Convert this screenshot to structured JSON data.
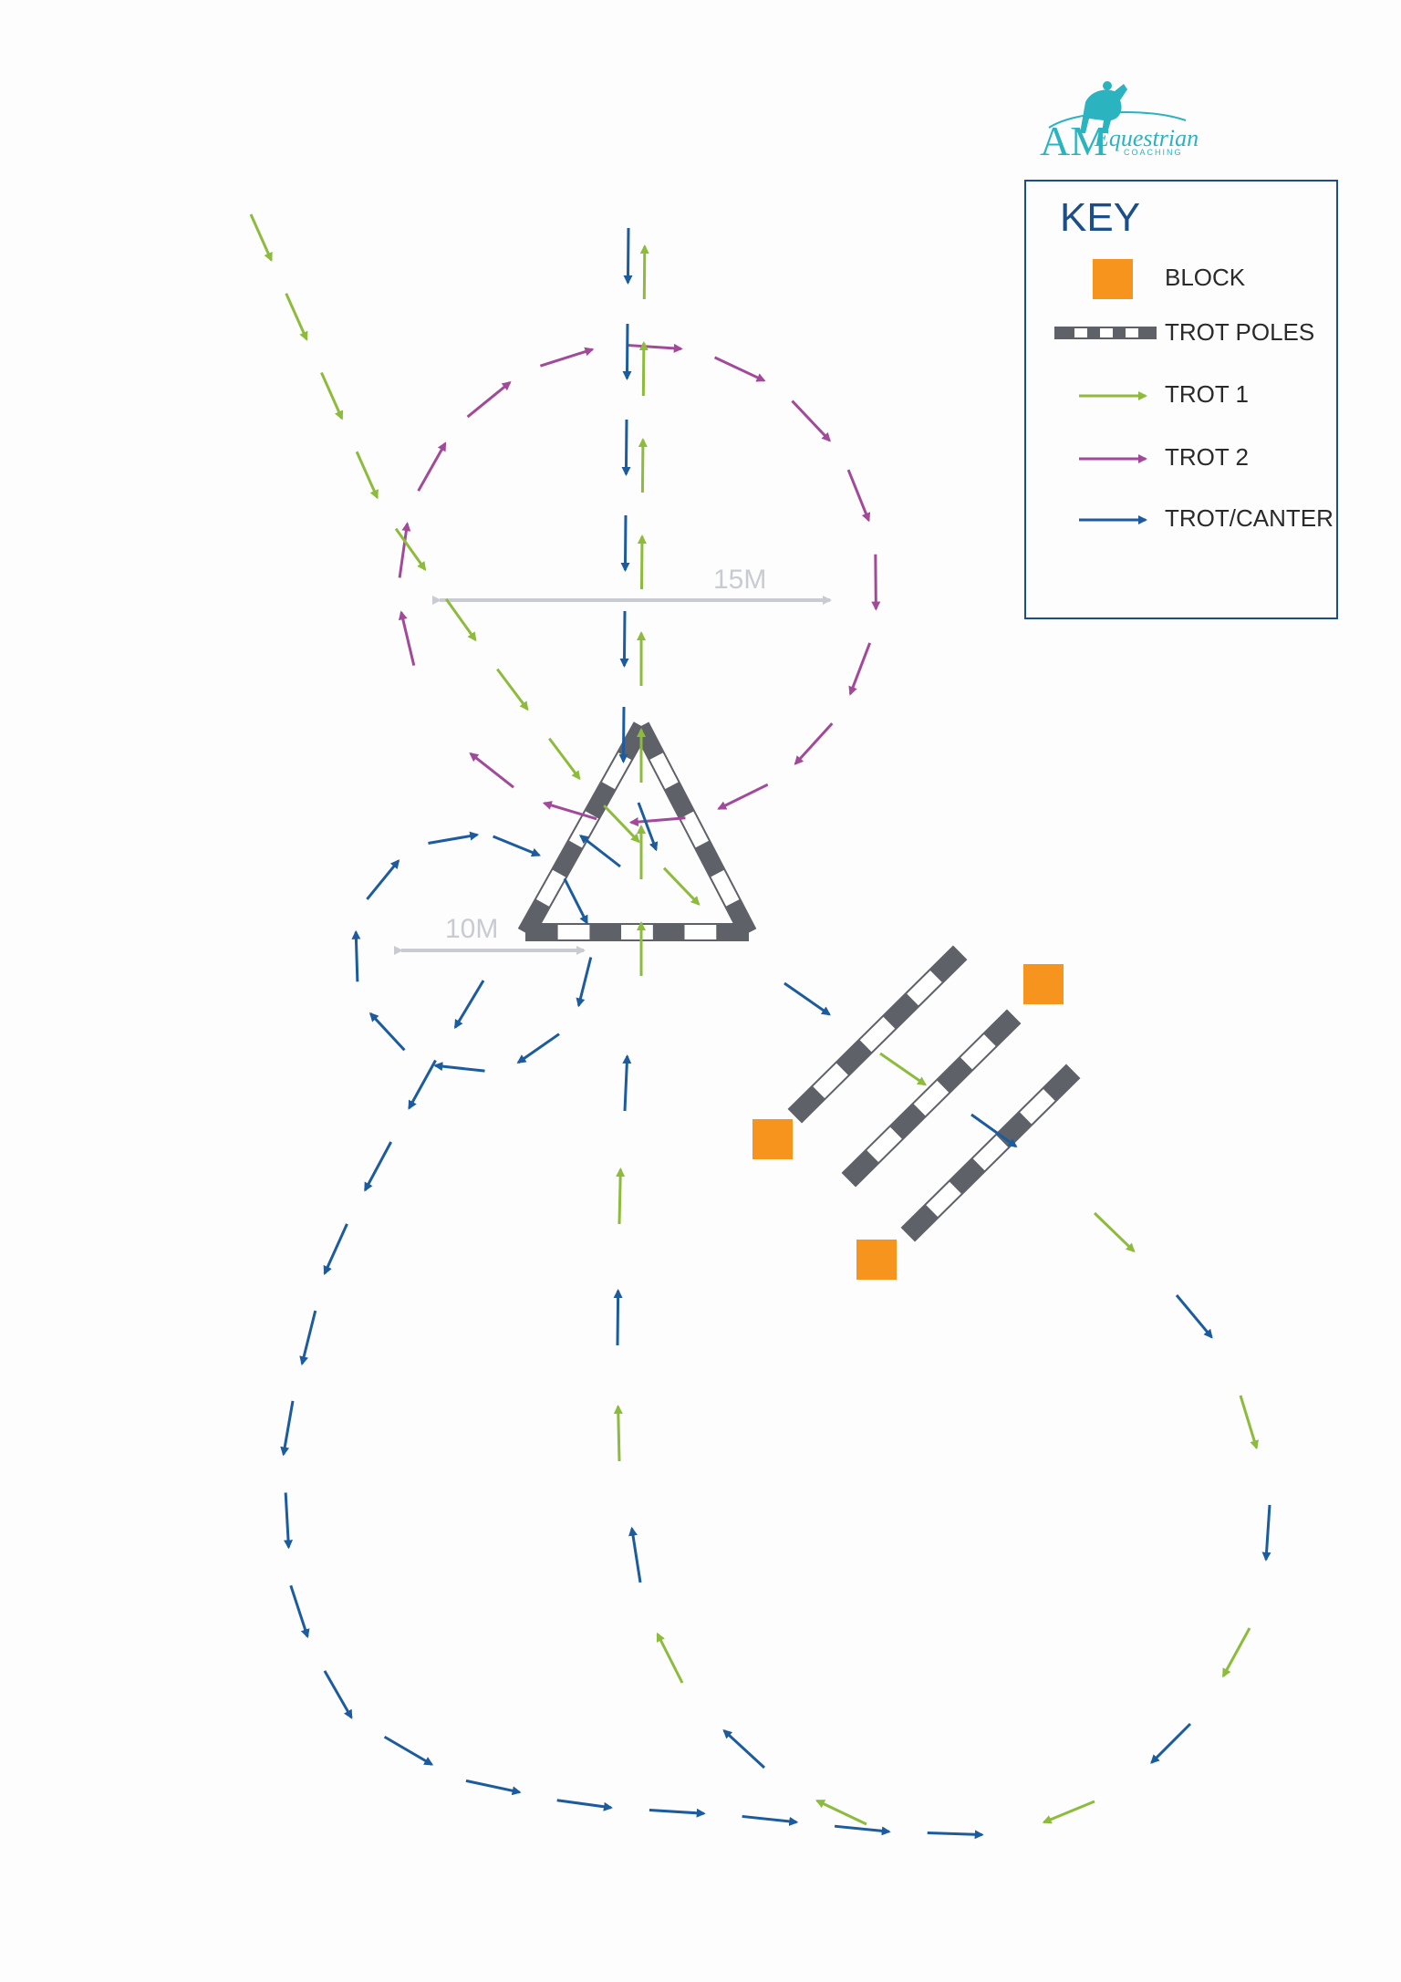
{
  "logo": {
    "initials": "AM",
    "name": "Equestrian",
    "tagline": "COACHING"
  },
  "key": {
    "title": "KEY",
    "items": [
      {
        "label": "BLOCK",
        "icon": "block-icon"
      },
      {
        "label": "TROT POLES",
        "icon": "trot-poles-icon"
      },
      {
        "label": "TROT 1",
        "icon": "trot1-arrow-icon"
      },
      {
        "label": "TROT 2",
        "icon": "trot2-arrow-icon"
      },
      {
        "label": "TROT/CANTER",
        "icon": "trot-canter-arrow-icon"
      }
    ]
  },
  "dimensions": {
    "large_circle": "15M",
    "small_circle": "10M"
  },
  "colors": {
    "trot1": "#8dbb3b",
    "trot2": "#a24a9a",
    "trot_canter": "#1c5c9e",
    "block": "#f7941d",
    "pole_dark": "#5f6168",
    "pole_light": "#ffffff",
    "measure": "#c9cbd3",
    "key_border": "#1c4f8a",
    "logo": "#2bb3c0"
  }
}
